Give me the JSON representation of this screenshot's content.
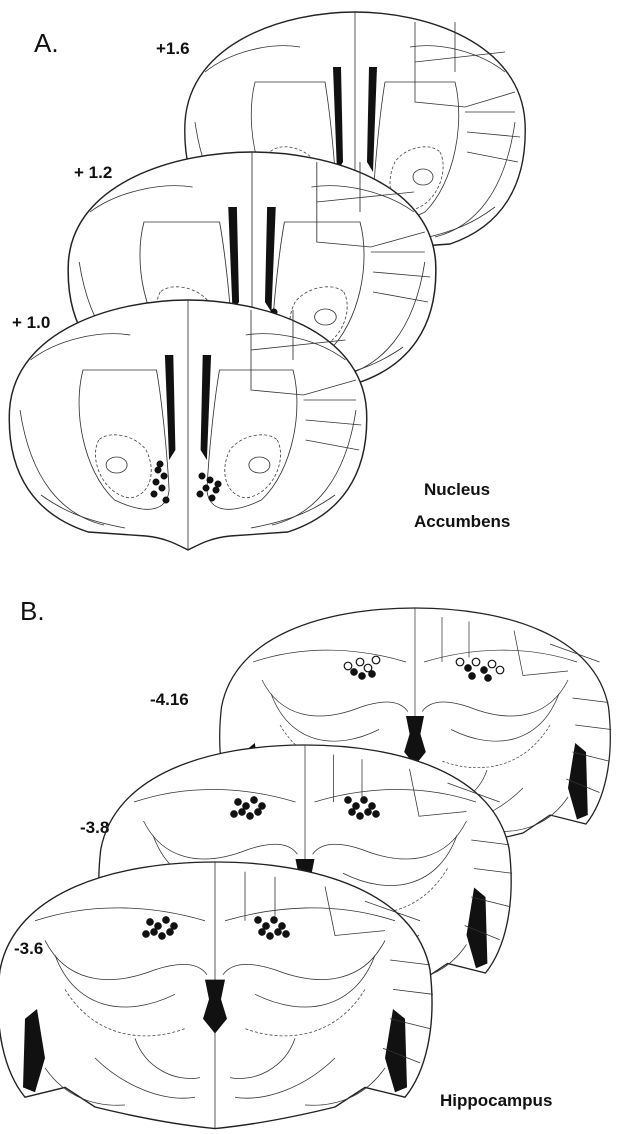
{
  "panels": [
    {
      "letter": "A.",
      "sections": [
        {
          "coord": "+1.6"
        },
        {
          "coord": "+ 1.2"
        },
        {
          "coord": "+ 1.0"
        }
      ],
      "region": [
        "Nucleus",
        "Accumbens"
      ]
    },
    {
      "letter": "B.",
      "sections": [
        {
          "coord": "-4.16"
        },
        {
          "coord": "-3.8"
        },
        {
          "coord": "-3.6"
        }
      ],
      "region": [
        "Hippocampus"
      ]
    }
  ]
}
